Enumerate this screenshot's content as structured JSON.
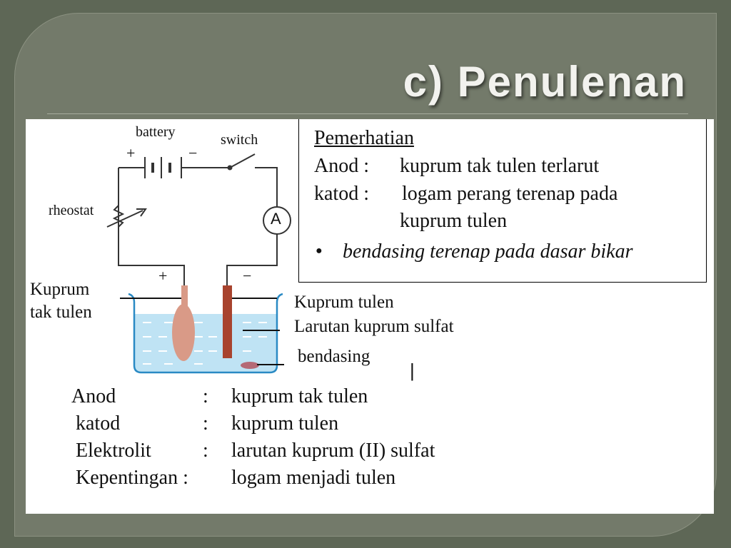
{
  "title": "c)  Penulenan",
  "diagram": {
    "battery": "battery",
    "switch": "switch",
    "rheostat": "rheostat",
    "ammeter": "A",
    "plus_top": "+",
    "minus_top": "−",
    "plus_anode": "+",
    "minus_cathode": "−",
    "impure_copper_line1": "Kuprum",
    "impure_copper_line2": "tak tulen",
    "pure_copper": "Kuprum tulen",
    "solution": "Larutan kuprum sulfat",
    "impurities": "bendasing",
    "cursor": "|"
  },
  "notes": {
    "heading": "Pemerhatian",
    "anode_label": "Anod :",
    "anode_value": "kuprum tak tulen terlarut",
    "cathode_label": "katod :",
    "cathode_value_line1": "logam perang terenap pada",
    "cathode_value_line2": "kuprum tulen",
    "bullet": "●",
    "bullet_text": "bendasing terenap pada dasar bikar"
  },
  "summary": [
    {
      "label": "Anod",
      "colon": ":",
      "value": "kuprum tak tulen"
    },
    {
      "label": "katod",
      "colon": ":",
      "value": "kuprum tulen"
    },
    {
      "label": "Elektrolit",
      "colon": ":",
      "value": "larutan kuprum (II) sulfat"
    },
    {
      "label": "Kepentingan :",
      "colon": "",
      "value": "logam menjadi tulen"
    }
  ],
  "colors": {
    "slide_bg": "#737a6a",
    "solution": "#bfe3f4",
    "anode": "#d99a87",
    "cathode": "#a8432e",
    "impurity": "#b56a76"
  }
}
